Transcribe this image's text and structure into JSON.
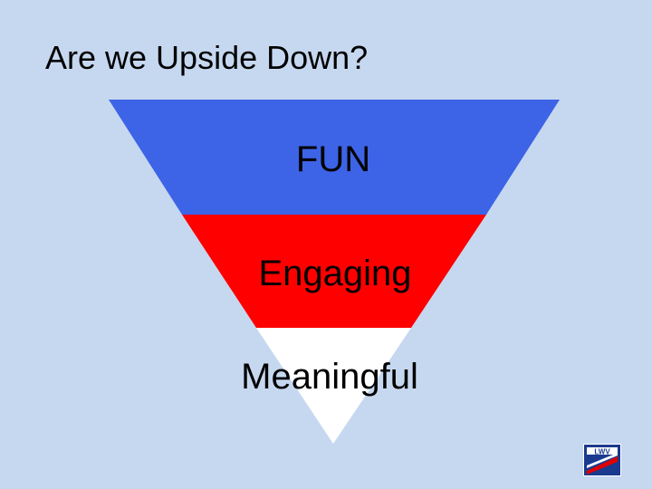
{
  "slide": {
    "title": "Are we Upside Down?"
  },
  "funnel": {
    "layers": [
      {
        "label": "FUN",
        "color": "#3d63e6"
      },
      {
        "label": "Engaging",
        "color": "#ff0000"
      },
      {
        "label": "Meaningful",
        "color": "#ffffff"
      }
    ]
  },
  "logo": {
    "text": "LWV",
    "colors": [
      "#1a3a8f",
      "#e00000",
      "#ffffff"
    ]
  }
}
